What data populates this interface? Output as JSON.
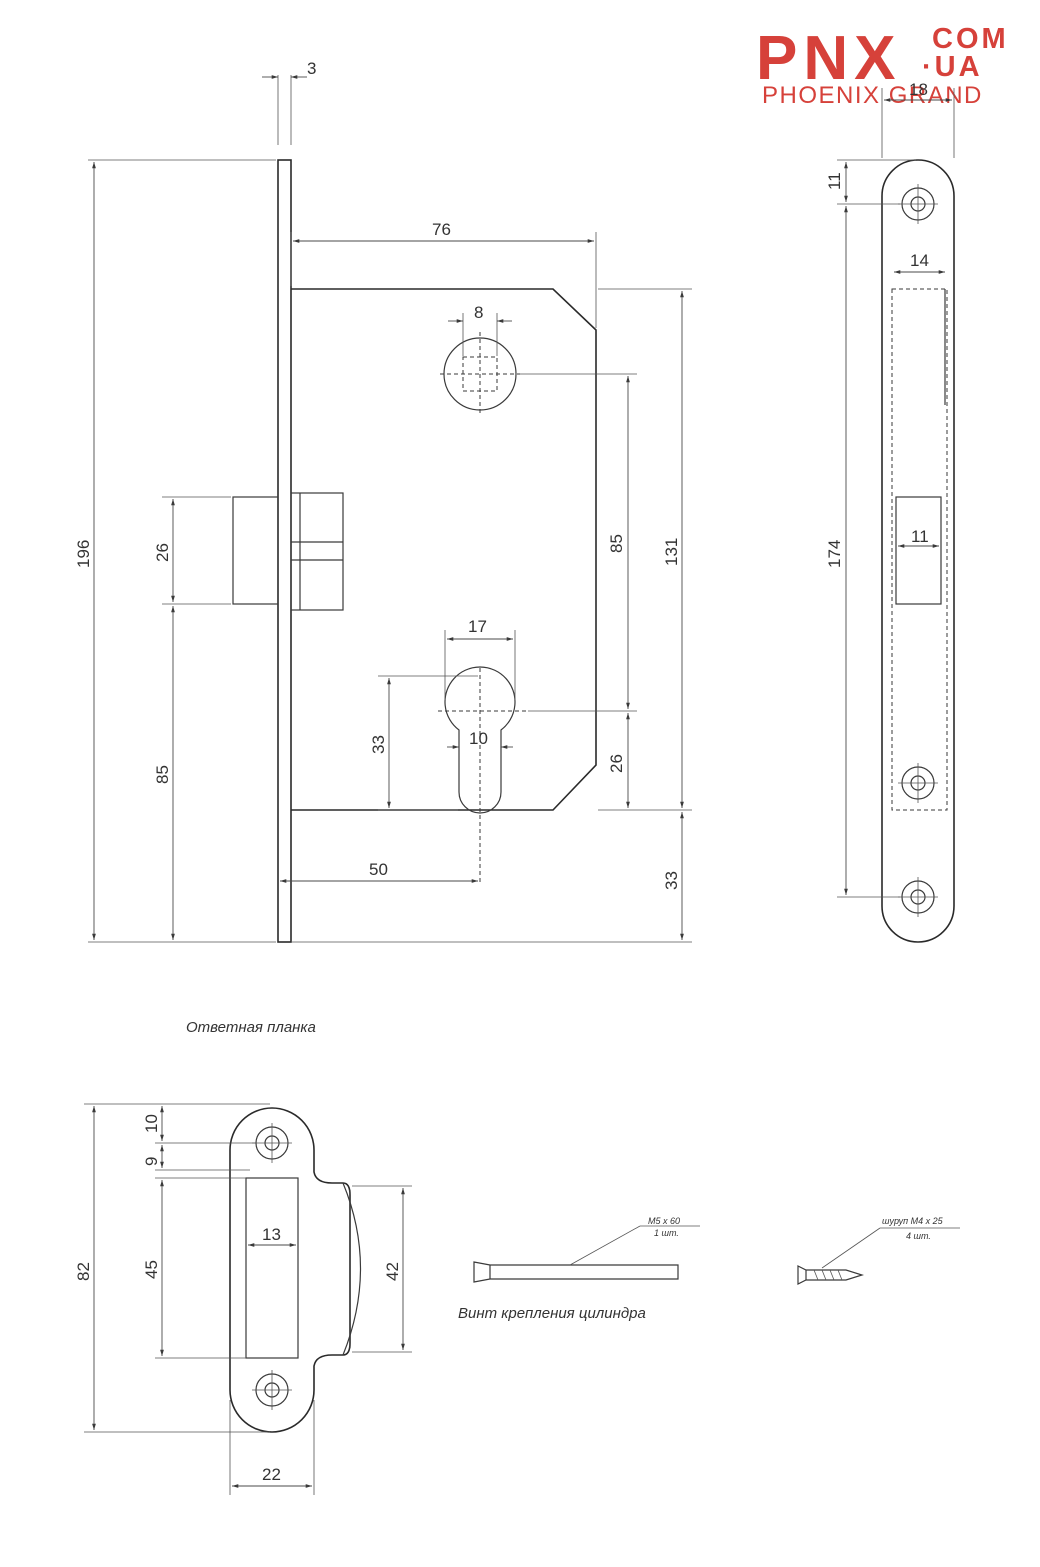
{
  "logo": {
    "main": "PNX",
    "com": "COM",
    "ua": "·UA",
    "sub": "PHOENIX GRAND"
  },
  "lock_body": {
    "dim_plate_thickness": "3",
    "dim_total_height": "196",
    "dim_backset_depth": "76",
    "dim_spindle_width": "8",
    "dim_latch_height": "26",
    "dim_latch_offset": "85",
    "dim_cylinder_width": "17",
    "dim_cylinder_height": "33",
    "dim_cylinder_slot": "10",
    "dim_spindle_to_cylinder": "85",
    "dim_body_height": "131",
    "dim_cylinder_to_bottom": "26",
    "dim_cylinder_backset": "50",
    "dim_bottom_offset": "33"
  },
  "faceplate": {
    "dim_width": "18",
    "dim_hole_top": "11",
    "dim_slot_width": "14",
    "dim_latch_slot": "11",
    "dim_hole_spacing": "174"
  },
  "strike_plate": {
    "caption": "Ответная планка",
    "dim_top_hole": "10",
    "dim_hole_gap": "9",
    "dim_total_height": "82",
    "dim_slot_height": "45",
    "dim_slot_width": "13",
    "dim_lip_height": "42",
    "dim_width": "22"
  },
  "cylinder_screw": {
    "label_spec": "M5 x 60",
    "label_qty": "1 шт.",
    "caption": "Винт крепления цилиндра"
  },
  "wood_screw": {
    "label_spec": "шуруп М4 х 25",
    "label_qty": "4 шт."
  }
}
